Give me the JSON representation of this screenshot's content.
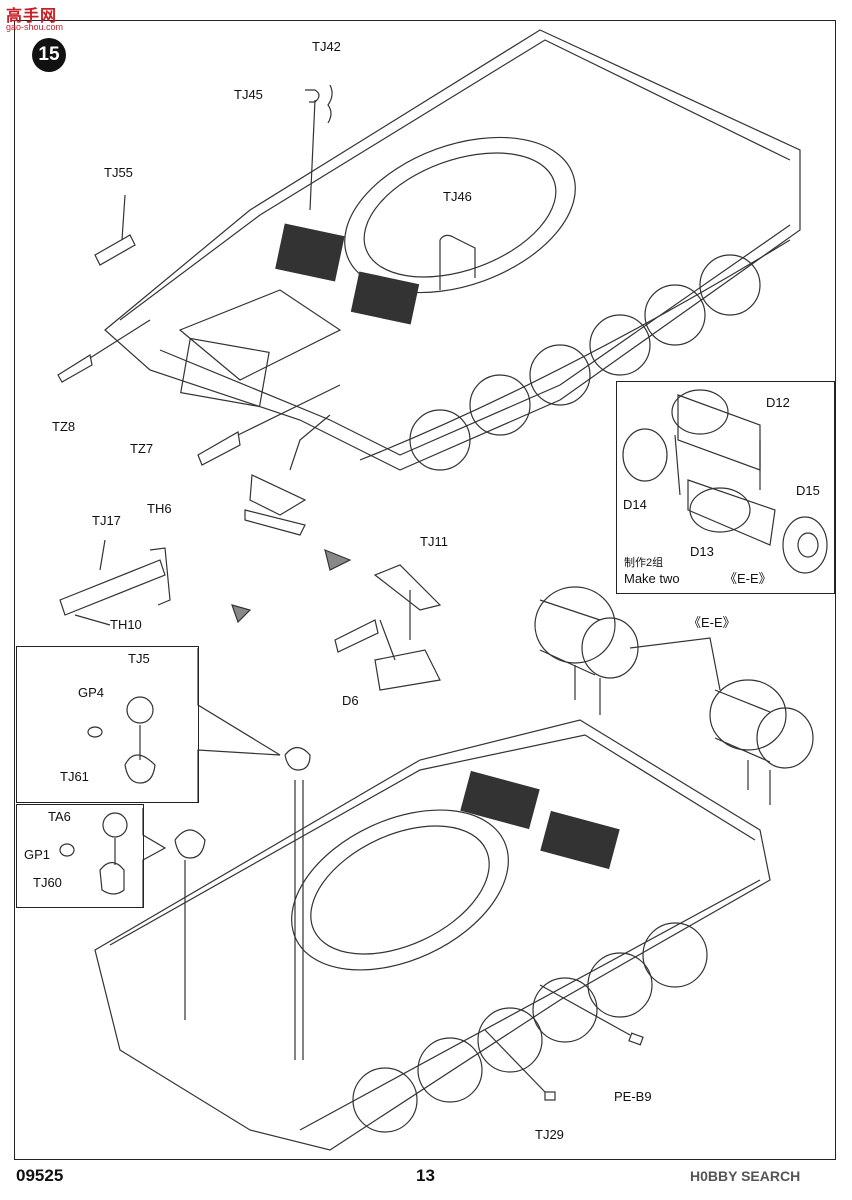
{
  "watermark_top": {
    "logo": "高手网",
    "sub": "gao-shou.com"
  },
  "step_number": "15",
  "footer": {
    "code": "09525",
    "page": "13"
  },
  "watermark_bottom": "H0BBY SEARCH",
  "labels": {
    "tj42": "TJ42",
    "tj45": "TJ45",
    "tj55": "TJ55",
    "tj46": "TJ46",
    "tz8": "TZ8",
    "tz7": "TZ7",
    "tj17": "TJ17",
    "th6": "TH6",
    "th10": "TH10",
    "tj11": "TJ11",
    "d6": "D6",
    "tj5": "TJ5",
    "gp4": "GP4",
    "tj61": "TJ61",
    "ta6": "TA6",
    "gp1": "GP1",
    "tj60": "TJ60",
    "ee_main": "《E-E》",
    "pe_b9": "PE-B9",
    "tj29": "TJ29"
  },
  "drum_inset": {
    "d12": "D12",
    "d14": "D14",
    "d15": "D15",
    "d13": "D13",
    "make_two_cn": "制作2组",
    "make_two_en": "Make two",
    "section": "《E-E》"
  }
}
